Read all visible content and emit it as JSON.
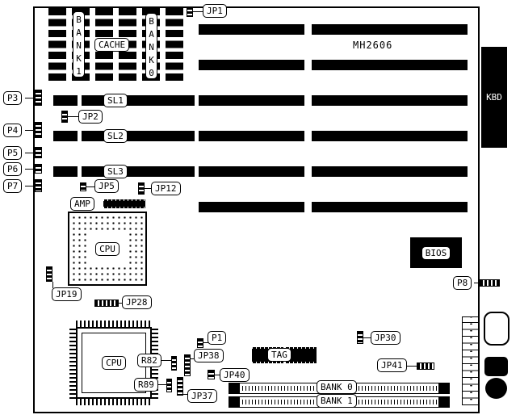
{
  "colors": {
    "line": "#000000",
    "background": "#ffffff",
    "chip_fill": "#000000",
    "kbd_text": "#ffffff"
  },
  "board": {
    "model": "MH2606"
  },
  "memory_banks": {
    "bank1": "BANK1",
    "cache": "CACHE",
    "bank0": "BANK0"
  },
  "slots": {
    "sl1": "SL1",
    "sl2": "SL2",
    "sl3": "SL3"
  },
  "jumpers": {
    "jp1": "JP1",
    "jp2": "JP2",
    "jp5": "JP5",
    "jp12": "JP12",
    "jp19": "JP19",
    "jp28": "JP28",
    "jp30": "JP30",
    "jp37": "JP37",
    "jp38": "JP38",
    "jp40": "JP40",
    "jp41": "JP41"
  },
  "connectors": {
    "p1": "P1",
    "p3": "P3",
    "p4": "P4",
    "p5": "P5",
    "p6": "P6",
    "p7": "P7",
    "p8": "P8",
    "kbd": "KBD"
  },
  "chips": {
    "cpu_socket": "CPU",
    "cpu_qfp": "CPU",
    "bios": "BIOS",
    "tag": "TAG",
    "amp": "AMP"
  },
  "resistors": {
    "r82": "R82",
    "r89": "R89"
  },
  "simm_banks": {
    "bank0": "BANK 0",
    "bank1": "BANK 1"
  }
}
